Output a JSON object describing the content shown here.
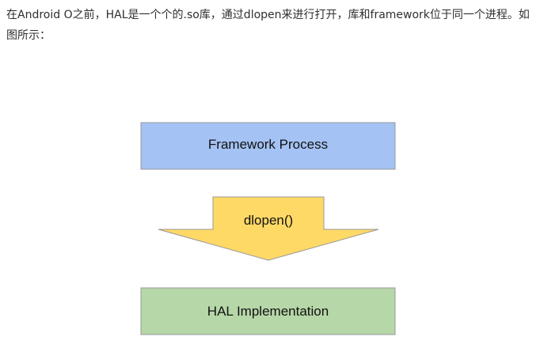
{
  "article": {
    "intro_text": "在Android O之前，HAL是一个个的.so库，通过dlopen来进行打开，库和framework位于同一个进程。如图所示："
  },
  "diagram": {
    "framework_box": {
      "label": "Framework Process",
      "fill": "#a4c2f4",
      "stroke": "#999999"
    },
    "arrow": {
      "label": "dlopen()",
      "fill": "#ffd966",
      "stroke": "#999999"
    },
    "hal_box": {
      "label": "HAL Implementation",
      "fill": "#b6d7a8",
      "stroke": "#999999"
    }
  }
}
